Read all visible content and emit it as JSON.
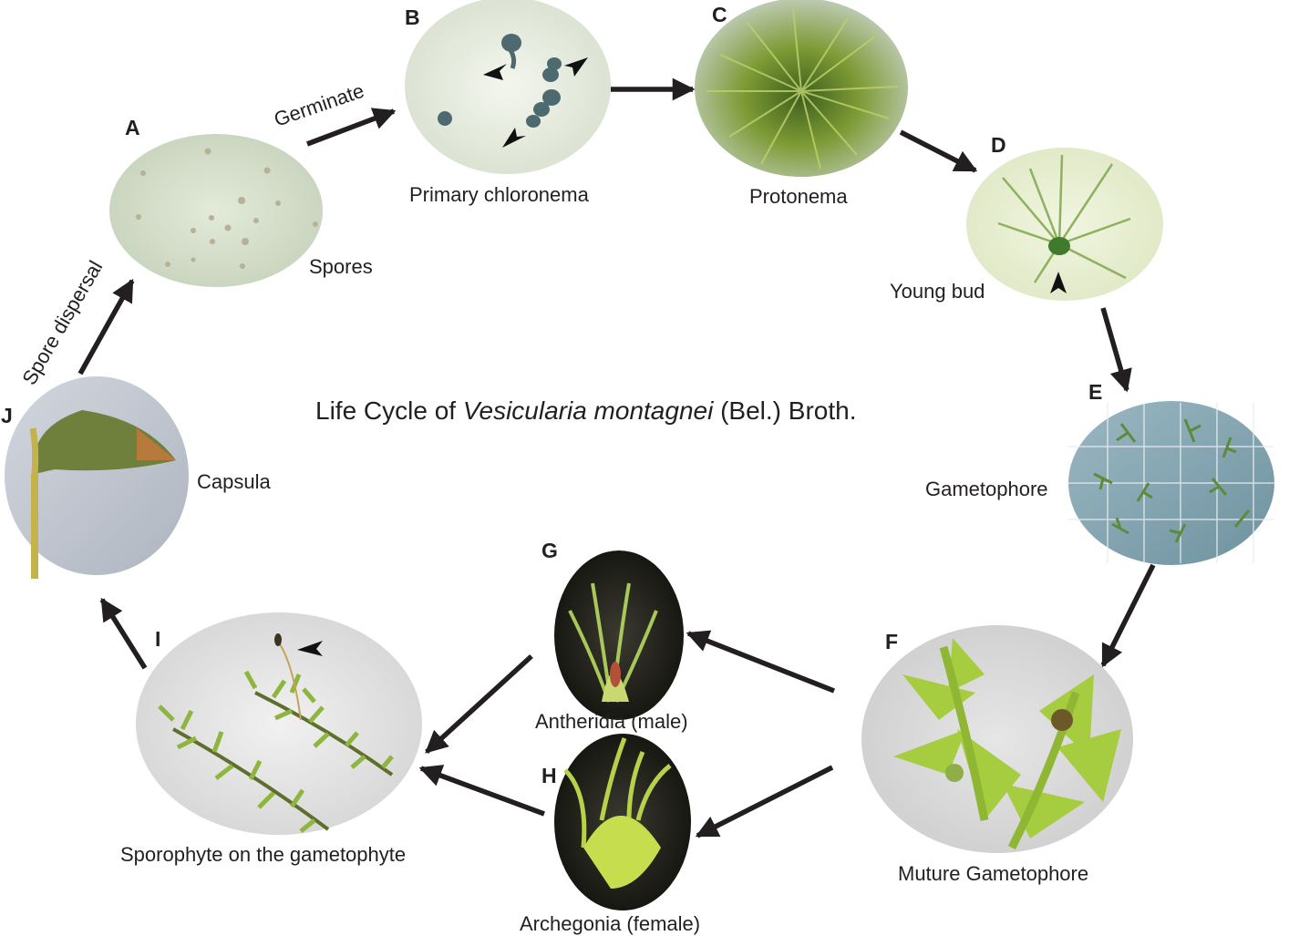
{
  "title": {
    "prefix": "Life Cycle of ",
    "species": "Vesicularia montagnei",
    "suffix": " (Bel.) Broth."
  },
  "stages": [
    {
      "letter": "A",
      "label": "Spores"
    },
    {
      "letter": "B",
      "label": "Primary chloronema"
    },
    {
      "letter": "C",
      "label": "Protonema"
    },
    {
      "letter": "D",
      "label": "Young bud"
    },
    {
      "letter": "E",
      "label": "Gametophore"
    },
    {
      "letter": "F",
      "label": "Muture Gametophore"
    },
    {
      "letter": "G",
      "label": "Antheridia (male)"
    },
    {
      "letter": "H",
      "label": "Archegonia (female)"
    },
    {
      "letter": "I",
      "label": "Sporophyte on the gametophyte"
    },
    {
      "letter": "J",
      "label": "Capsula"
    }
  ],
  "arrow_labels": {
    "germinate": "Germinate",
    "spore_dispersal": "Spore dispersal"
  },
  "colors": {
    "text": "#231f20",
    "arrow": "#231f20"
  }
}
